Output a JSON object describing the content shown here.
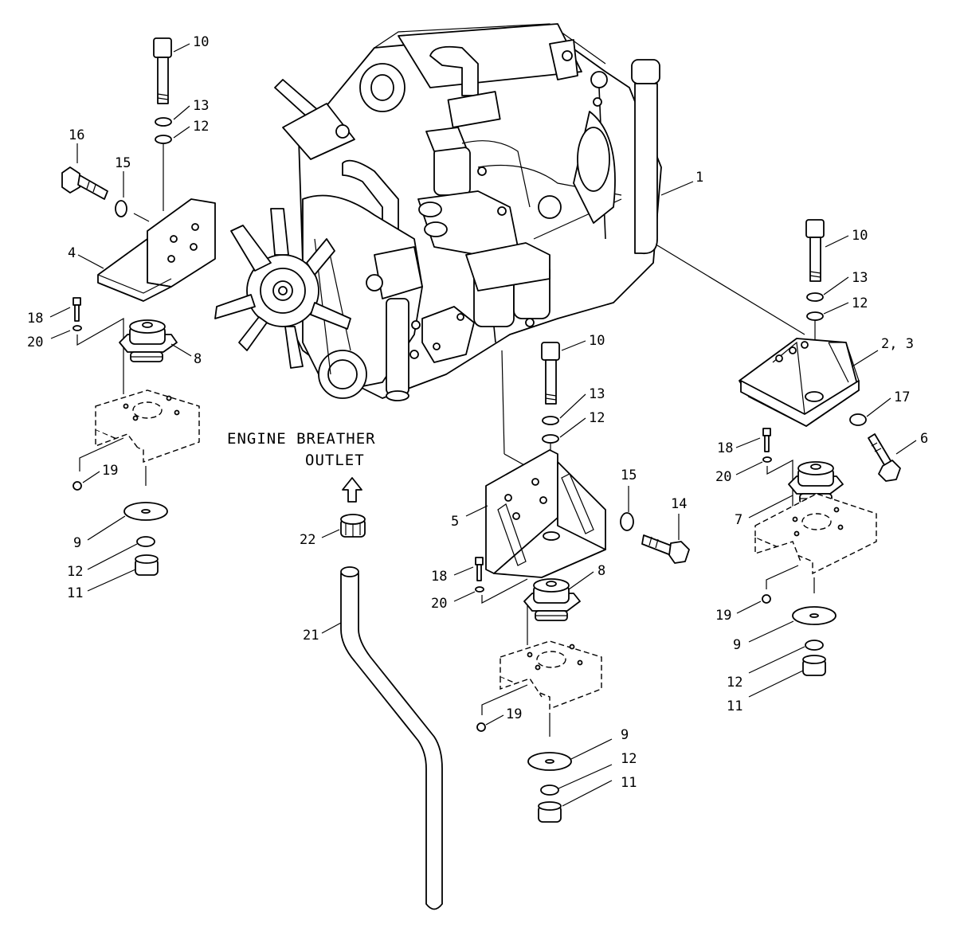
{
  "note": {
    "line1": "ENGINE BREATHER",
    "line2": "OUTLET"
  },
  "callouts": [
    {
      "id": "c-1",
      "label": "1"
    },
    {
      "id": "c-10-a",
      "label": "10"
    },
    {
      "id": "c-13-a",
      "label": "13"
    },
    {
      "id": "c-12-a",
      "label": "12"
    },
    {
      "id": "c-16",
      "label": "16"
    },
    {
      "id": "c-15-a",
      "label": "15"
    },
    {
      "id": "c-4",
      "label": "4"
    },
    {
      "id": "c-18-a",
      "label": "18"
    },
    {
      "id": "c-20-a",
      "label": "20"
    },
    {
      "id": "c-8-a",
      "label": "8"
    },
    {
      "id": "c-19-a",
      "label": "19"
    },
    {
      "id": "c-9-a",
      "label": "9"
    },
    {
      "id": "c-12-b",
      "label": "12"
    },
    {
      "id": "c-11-a",
      "label": "11"
    },
    {
      "id": "c-22",
      "label": "22"
    },
    {
      "id": "c-21",
      "label": "21"
    },
    {
      "id": "c-10-b",
      "label": "10"
    },
    {
      "id": "c-13-b",
      "label": "13"
    },
    {
      "id": "c-12-c",
      "label": "12"
    },
    {
      "id": "c-5",
      "label": "5"
    },
    {
      "id": "c-15-b",
      "label": "15"
    },
    {
      "id": "c-14",
      "label": "14"
    },
    {
      "id": "c-18-b",
      "label": "18"
    },
    {
      "id": "c-20-b",
      "label": "20"
    },
    {
      "id": "c-8-b",
      "label": "8"
    },
    {
      "id": "c-19-b",
      "label": "19"
    },
    {
      "id": "c-9-b",
      "label": "9"
    },
    {
      "id": "c-12-d",
      "label": "12"
    },
    {
      "id": "c-11-b",
      "label": "11"
    },
    {
      "id": "c-10-c",
      "label": "10"
    },
    {
      "id": "c-13-c",
      "label": "13"
    },
    {
      "id": "c-12-e",
      "label": "12"
    },
    {
      "id": "c-2-3",
      "label": "2, 3"
    },
    {
      "id": "c-17",
      "label": "17"
    },
    {
      "id": "c-6",
      "label": "6"
    },
    {
      "id": "c-18-c",
      "label": "18"
    },
    {
      "id": "c-20-c",
      "label": "20"
    },
    {
      "id": "c-7",
      "label": "7"
    },
    {
      "id": "c-19-c",
      "label": "19"
    },
    {
      "id": "c-9-c",
      "label": "9"
    },
    {
      "id": "c-12-f",
      "label": "12"
    },
    {
      "id": "c-11-c",
      "label": "11"
    }
  ]
}
